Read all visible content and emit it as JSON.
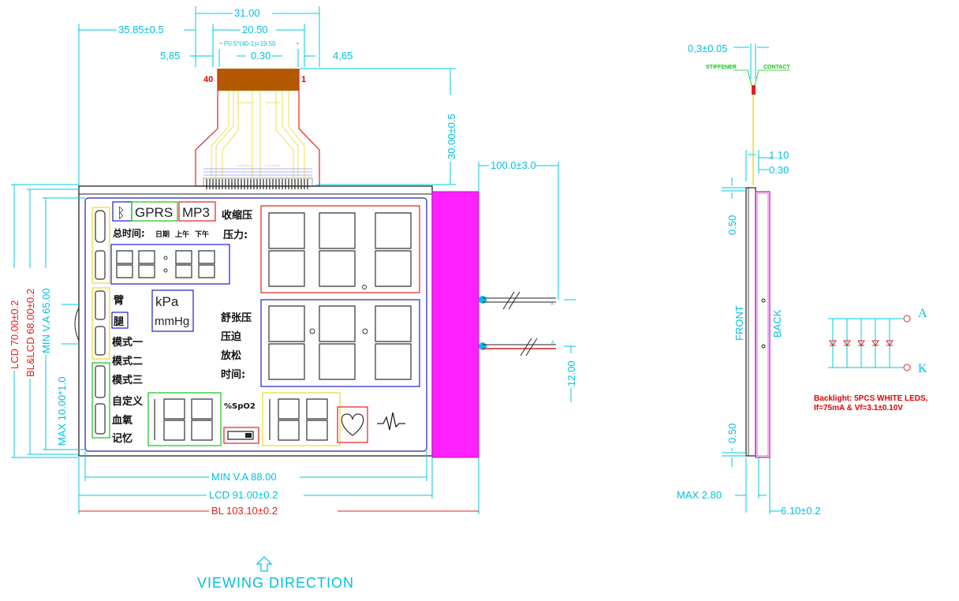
{
  "dimensions": {
    "top_width": "31.00",
    "left_offset": "35.85±0.5",
    "fpc_width": "20.50",
    "pitch": "P0.5*(40-1)=19.50",
    "left_margin": "5,85",
    "pin_width": "0.30",
    "right_margin": "4,65",
    "fpc_length": "30.00±0.5",
    "cable_length": "100.0±3.0",
    "lcd_height": "LCD 70.00±0.2",
    "bl_lcd_height": "BL&LCD 68.00±0.2",
    "min_va_height": "MIN V.A 65.00",
    "max_thickness_left": "MAX 10.00*1.0",
    "min_va_width": "MIN V.A 88.00",
    "lcd_width": "LCD 91.00±0.2",
    "bl_width": "BL 103.10±0.2",
    "wire_offset": "12.00",
    "stiffener_thickness": "0,3±0.05",
    "tab_1": "1.10",
    "tab_2": "0.30",
    "side_top": "0.50",
    "side_bottom": "0.50",
    "max_thickness": "MAX 2.80",
    "total_thickness": "6.10±0.2"
  },
  "labels": {
    "pin_40": "40",
    "pin_1": "1",
    "viewing_direction": "VIEWING DIRECTION",
    "stiffener": "STIFFENER",
    "contact": "CONTACT",
    "front": "FRONT",
    "back": "BACK",
    "anode": "A",
    "cathode": "K",
    "backlight_line1": "Backlight: 5PCS WHITE LEDS,",
    "backlight_line2": "If=75mA & Vf=3.1±0.10V",
    "wire_a": "A",
    "wire_k": "K"
  },
  "lcd": {
    "gprs": "GPRS",
    "mp3": "MP3",
    "systolic": "收缩压",
    "pressure": "压力:",
    "total_time": "总时间:",
    "date": "日期",
    "am": "上午",
    "pm": "下午",
    "arm": "臂",
    "leg": "腿",
    "kpa": "kPa",
    "mmhg": "mmHg",
    "diastolic": "舒张压",
    "compress": "压迫",
    "relax": "放松",
    "time": "时间:",
    "mode1": "模式一",
    "mode2": "模式二",
    "mode3": "模式三",
    "custom": "自定义",
    "blood_oxygen": "血氧",
    "memory": "记忆",
    "spo2": "%SpO2"
  }
}
